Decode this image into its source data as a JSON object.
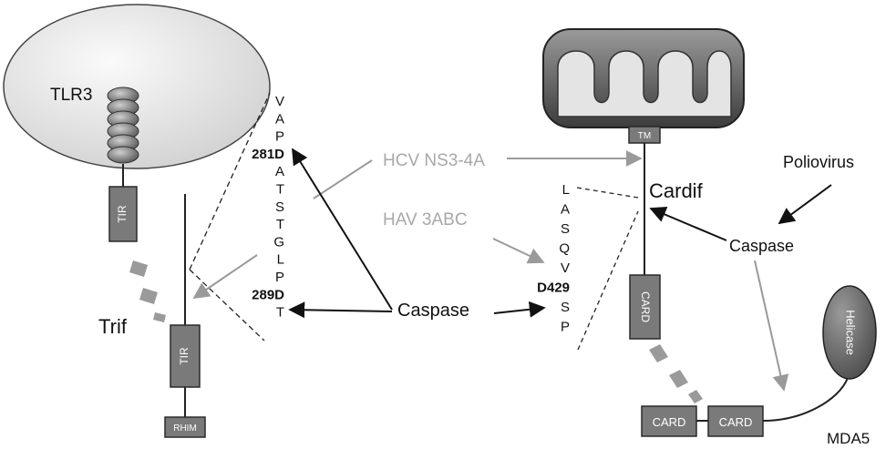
{
  "labels": {
    "tlr3": "TLR3",
    "tir_top": "TIR",
    "trif": "Trif",
    "tir_bottom": "TIR",
    "rhim": "RHIM",
    "hcv": "HCV NS3-4A",
    "hav": "HAV 3ABC",
    "caspase_center": "Caspase",
    "caspase_right": "Caspase",
    "poliovirus": "Poliovirus",
    "cardif": "Cardif",
    "tm": "TM",
    "card_vertical": "CARD",
    "card_1": "CARD",
    "card_2": "CARD",
    "helicase": "Helicase",
    "mda5": "MDA5"
  },
  "trif_sequence": [
    "V",
    "A",
    "P",
    "281D",
    "A",
    "T",
    "S",
    "T",
    "G",
    "L",
    "P",
    "289D",
    "T"
  ],
  "cardif_sequence": [
    "L",
    "A",
    "S",
    "Q",
    "V",
    "D429",
    "S",
    "P"
  ]
}
